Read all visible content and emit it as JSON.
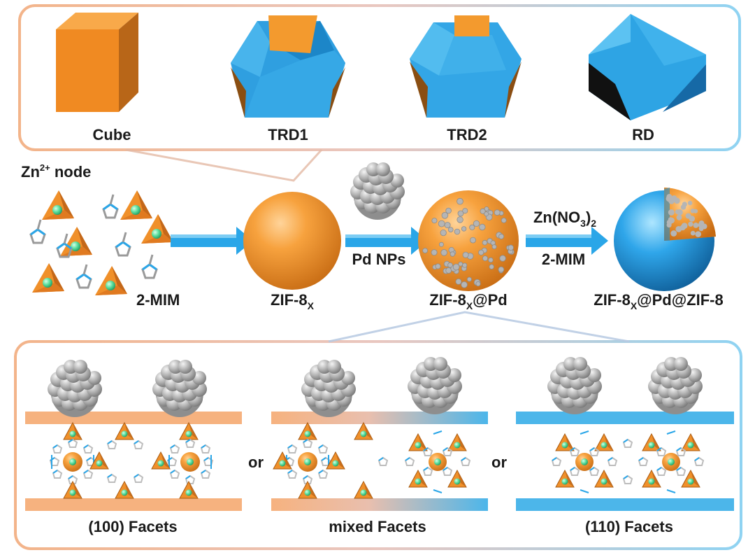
{
  "shapes": {
    "cube": "Cube",
    "trd1": "TRD1",
    "trd2": "TRD2",
    "rd": "RD"
  },
  "synthesis": {
    "zn_node_base": "Zn",
    "zn_node_sup": "2+",
    "zn_node_suffix": " node",
    "ligand": "2-MIM",
    "zif_core_base": "ZIF-8",
    "zif_core_sub": "X",
    "pd_nps": "Pd NPs",
    "zif_pd_base": "ZIF-8",
    "zif_pd_sub": "X",
    "zif_pd_suffix": "@Pd",
    "reagent_base": "Zn(NO",
    "reagent_sub": "3",
    "reagent_close": ")",
    "reagent_sub2": "2",
    "reagent_ligand": "2-MIM",
    "final_base": "ZIF-8",
    "final_sub": "X",
    "final_suffix": "@Pd@ZIF-8"
  },
  "facets": {
    "f100": "(100) Facets",
    "mixed": "mixed Facets",
    "f110": "(110) Facets",
    "or": "or"
  },
  "colors": {
    "orange": "#f0902a",
    "orange_dark": "#b8651a",
    "blue": "#32a8e6",
    "blue_dark": "#1b6fa8",
    "green": "#5fe0a0",
    "gray": "#a8a8a8",
    "arrow": "#2aa6e8"
  }
}
